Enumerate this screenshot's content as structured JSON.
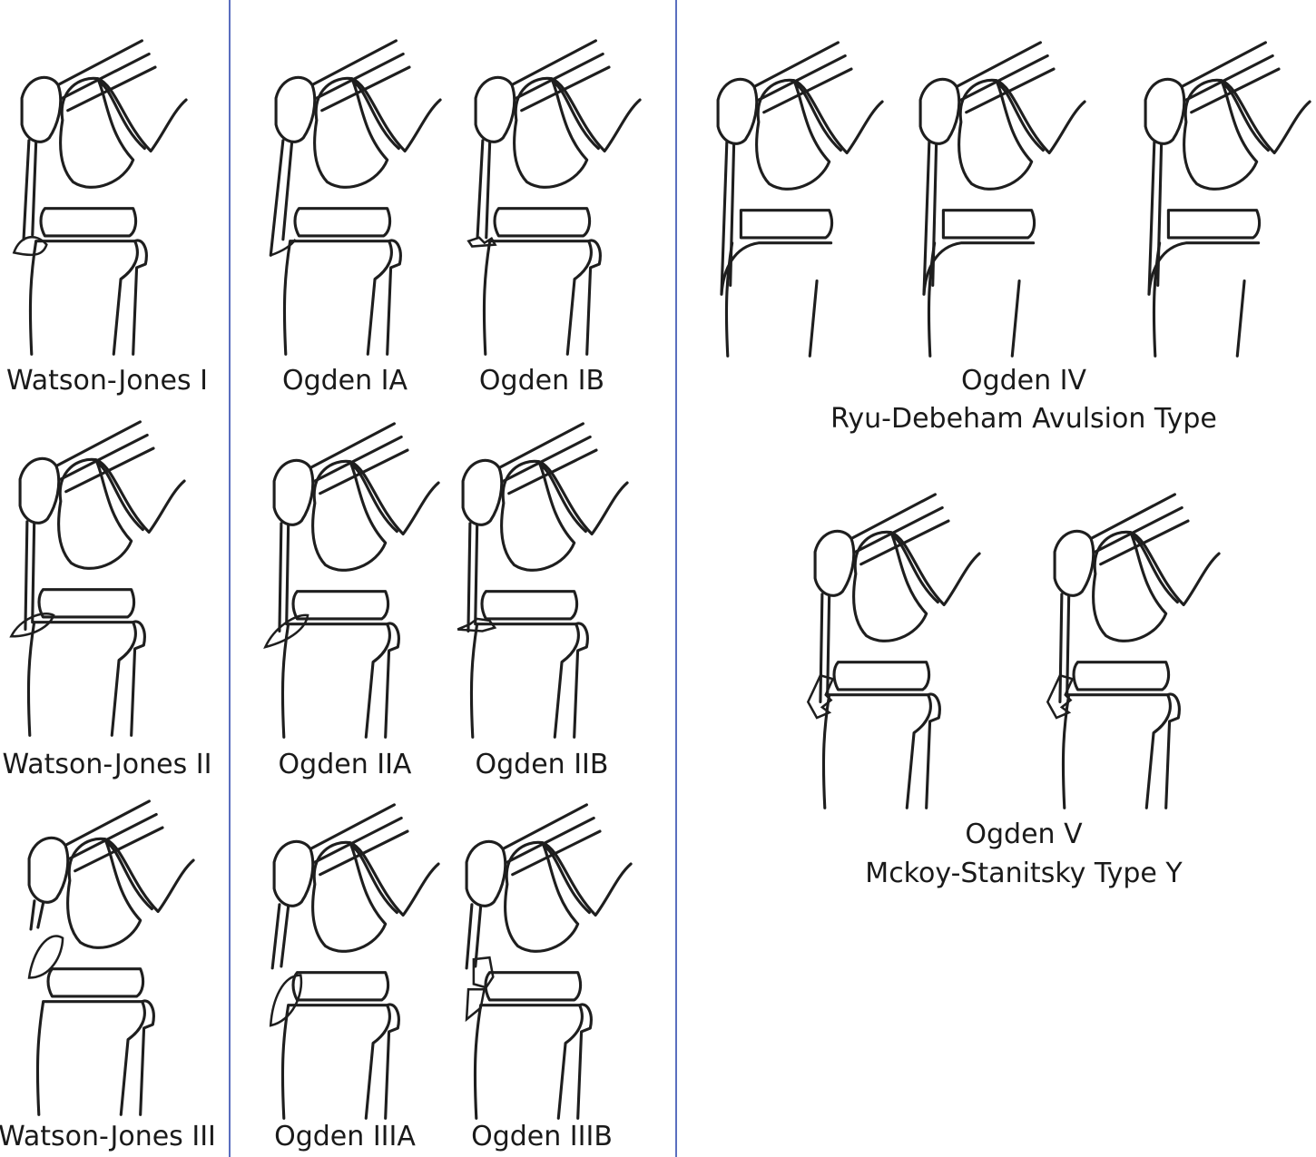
{
  "figure": {
    "panels": [
      {
        "id": "wj1",
        "caption": [
          "Watson-Jones I"
        ],
        "variant": "wj1"
      },
      {
        "id": "o1a",
        "caption": [
          "Ogden IA"
        ],
        "variant": "o1a"
      },
      {
        "id": "o1b",
        "caption": [
          "Ogden IB"
        ],
        "variant": "o1b"
      },
      {
        "id": "o4",
        "caption": [
          "Ogden IV",
          "Ryu-Debeham Avulsion Type"
        ],
        "variant": "o4"
      },
      {
        "id": "wj2",
        "caption": [
          "Watson-Jones II"
        ],
        "variant": "wj2"
      },
      {
        "id": "o2a",
        "caption": [
          "Ogden IIA"
        ],
        "variant": "o2a"
      },
      {
        "id": "o2b",
        "caption": [
          "Ogden IIB"
        ],
        "variant": "o2b"
      },
      {
        "id": "o5",
        "caption": [
          "Ogden V",
          "Mckoy-Stanitsky Type Y"
        ],
        "variant": "o5"
      },
      {
        "id": "wj3",
        "caption": [
          "Watson-Jones III"
        ],
        "variant": "wj3"
      },
      {
        "id": "o3a",
        "caption": [
          "Ogden IIIA"
        ],
        "variant": "o3a"
      },
      {
        "id": "o3b",
        "caption": [
          "Ogden IIIB"
        ],
        "variant": "o3b"
      }
    ],
    "line_color": "#1e1e1e",
    "divider_color": "#5a6fbf"
  }
}
